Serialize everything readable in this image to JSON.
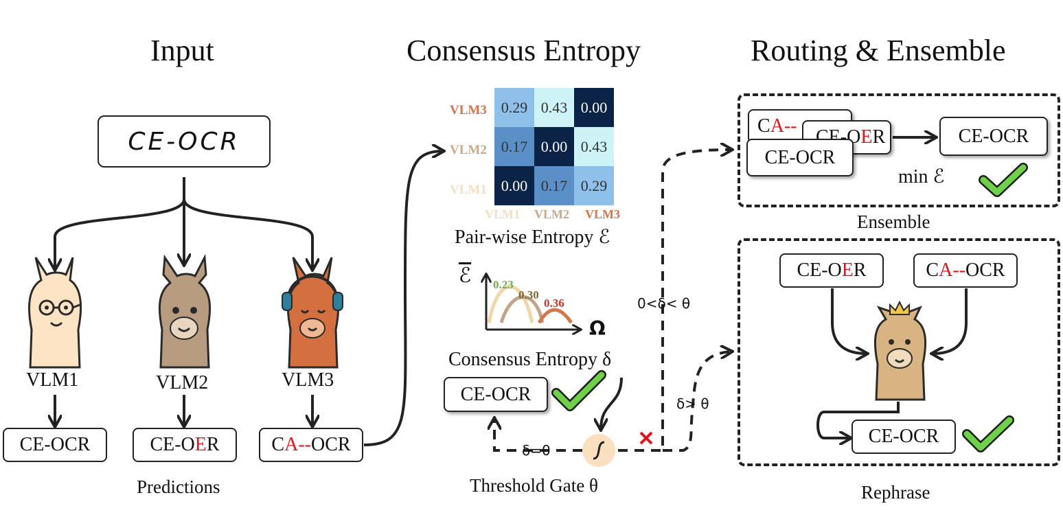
{
  "titles": {
    "input": "Input",
    "consensus": "Consensus Entropy",
    "routing": "Routing & Ensemble"
  },
  "input": {
    "query_text": "CE-OCR",
    "models": [
      "VLM1",
      "VLM2",
      "VLM3"
    ],
    "predictions": [
      {
        "pre": "CE-OCR",
        "err": "",
        "post": ""
      },
      {
        "pre": "CE-O",
        "err": "E",
        "post": "R"
      },
      {
        "pre": "C",
        "err": "A--",
        "post": "OCR"
      }
    ],
    "predictions_label": "Predictions"
  },
  "matrix": {
    "rows": [
      "VLM3",
      "VLM2",
      "VLM1"
    ],
    "cols": [
      "VLM1",
      "VLM2",
      "VLM3"
    ],
    "values": [
      [
        "0.29",
        "0.43",
        "0.00"
      ],
      [
        "0.17",
        "0.00",
        "0.43"
      ],
      [
        "0.00",
        "0.17",
        "0.29"
      ]
    ],
    "label_colors": {
      "VLM1": "#f6dfbb",
      "VLM2": "#c9a889",
      "VLM3": "#d6744a"
    },
    "caption": "Pair-wise Entropy ℰ"
  },
  "entropy_plot": {
    "y_symbol": "ℰ",
    "x_symbol": "Ω",
    "peaks": [
      {
        "label": "0.23",
        "color": "#6fb24a"
      },
      {
        "label": "0.30",
        "color": "#7a6a3a"
      },
      {
        "label": "0.36",
        "color": "#c0392b"
      }
    ],
    "curve_colors": [
      "#f3d6a8",
      "#c3a488",
      "#d6744a"
    ]
  },
  "gate": {
    "consensus_label": "Consensus Entropy δ",
    "output_text": "CE-OCR",
    "zero_label": "δ=0",
    "label": "Threshold Gate θ",
    "mid_label": "0<δ< θ",
    "high_label": "δ> θ"
  },
  "ensemble": {
    "stack": [
      {
        "pre": "C",
        "err": "A--",
        "post": ""
      },
      {
        "pre": "CE-O",
        "err": "E",
        "post": "R"
      },
      {
        "pre": "CE-OCR",
        "err": "",
        "post": ""
      }
    ],
    "result": "CE-OCR",
    "min_label": "min ℰ",
    "label": "Ensemble"
  },
  "rephrase": {
    "inputs": [
      {
        "pre": "CE-O",
        "err": "E",
        "post": "R"
      },
      {
        "pre": "C",
        "err": "A--",
        "post": "OCR"
      }
    ],
    "result": "CE-OCR",
    "label": "Rephrase"
  },
  "colors": {
    "error": "#e3131b",
    "check_fill": "#6fd14a",
    "check_stroke": "#1c1c1c",
    "gate_fill": "#fbe0c0"
  }
}
